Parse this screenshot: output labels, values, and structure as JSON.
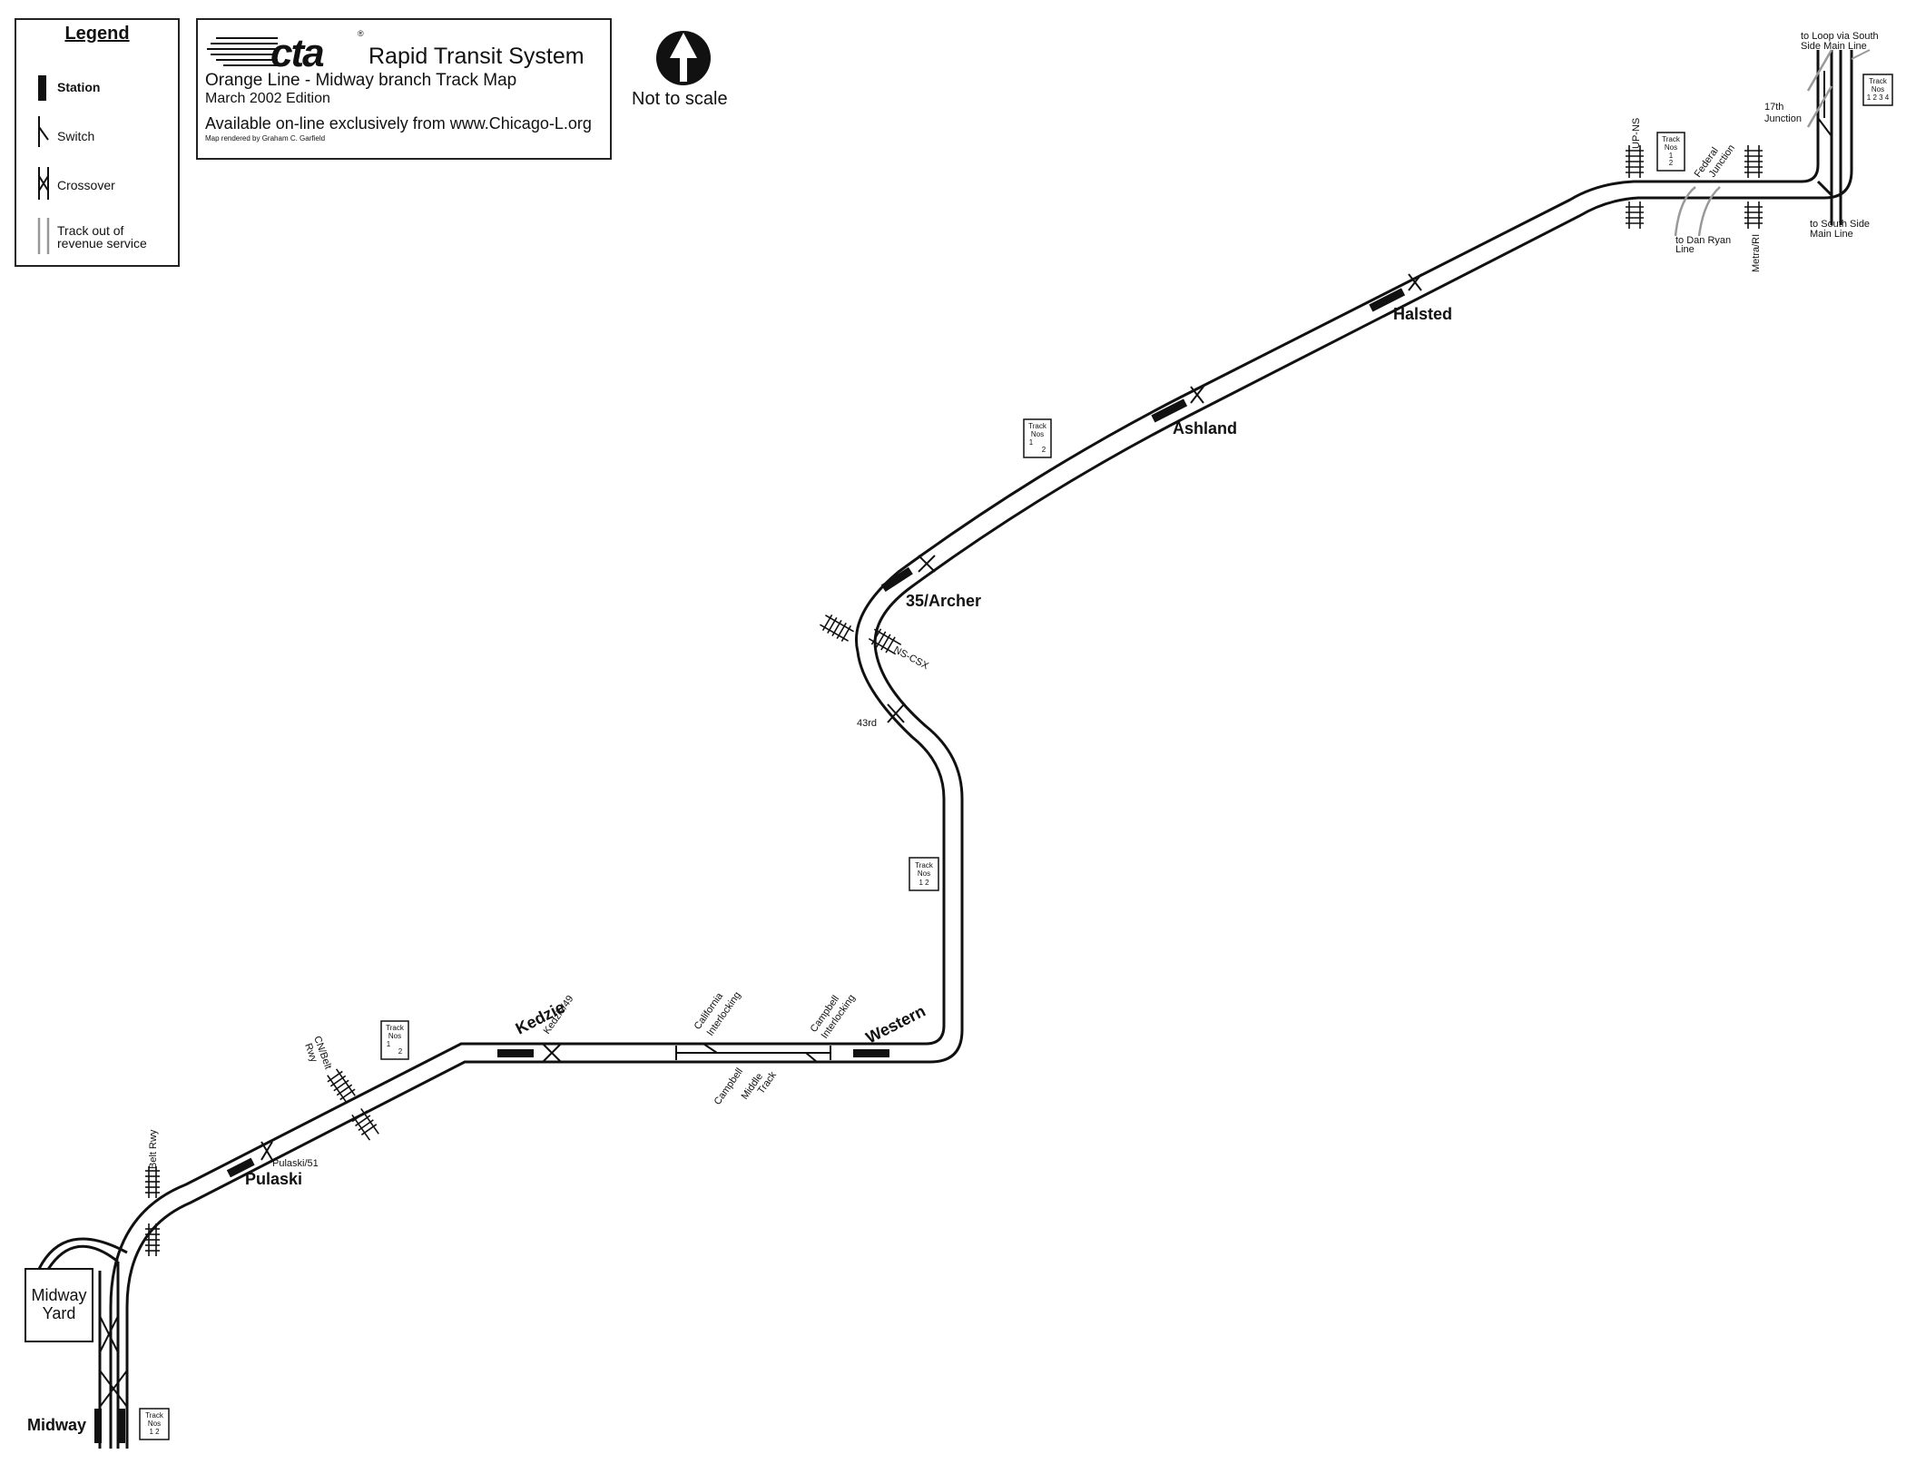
{
  "legend": {
    "title": "Legend",
    "station": "Station",
    "switch": "Switch",
    "crossover": "Crossover",
    "track_out_line1": "Track out of",
    "track_out_line2": "revenue service"
  },
  "title_block": {
    "logo": "cta",
    "registered": "®",
    "system": "Rapid Transit System",
    "line": "Orange Line - Midway branch Track Map",
    "edition": "March 2002 Edition",
    "availability": "Available on-line exclusively from www.Chicago-L.org",
    "credit": "Map rendered by Graham C. Garfield"
  },
  "north": {
    "label": "Not to scale"
  },
  "stations": {
    "midway": "Midway",
    "pulaski": "Pulaski",
    "kedzie": "Kedzie",
    "western": "Western",
    "archer": "35/Archer",
    "ashland": "Ashland",
    "halsted": "Halsted"
  },
  "yard": {
    "line1": "Midway",
    "line2": "Yard"
  },
  "labels": {
    "belt_rwy": "Belt Rwy",
    "pulaski_51": "Pulaski/51",
    "cn_belt_1": "CN/Belt",
    "cn_belt_2": "Rwy",
    "kedzie_49": "Kedzie/49",
    "california_1": "California",
    "california_2": "Interlocking",
    "campbell_int_1": "Campbell",
    "campbell_int_2": "Interlocking",
    "campbell_mid_1": "Campbell",
    "campbell_mid_2": "Middle",
    "campbell_mid_3": "Track",
    "ns_csx": "NS-CSX",
    "forty_third": "43rd",
    "up_ns": "UP-NS",
    "federal_1": "Federal",
    "federal_2": "Junction",
    "to_dan_ryan_1": "to Dan Ryan",
    "to_dan_ryan_2": "Line",
    "metra_ri": "Metra/RI",
    "seventeenth_1": "17th",
    "seventeenth_2": "Junction",
    "to_loop_1": "to Loop via South",
    "to_loop_2": "Side Main Line",
    "to_south_1": "to South Side",
    "to_south_2": "Main Line"
  },
  "track_nos": {
    "heading_1": "Track",
    "heading_2": "Nos",
    "box_kedzie": [
      "1",
      "2"
    ],
    "box_archer": [
      "1",
      "2"
    ],
    "box_western": "1  2",
    "box_federal": [
      "1",
      "2"
    ],
    "box_north": "1 2 3 4",
    "box_midway": "1  2"
  }
}
